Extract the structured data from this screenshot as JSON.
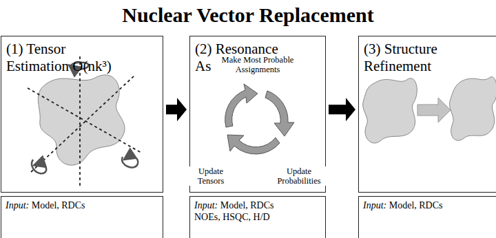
{
  "diagram": {
    "title": "Nuclear Vector Replacement",
    "nodes": [
      {
        "text": [
          "(1) Tensor Estimation O(nk³)"
        ]
      },
      {
        "text": [
          "Input:",
          "Model, RDCs"
        ]
      },
      {
        "text": [
          "(2) Resonance Assignment O(n³)"
        ]
      },
      {
        "text": [
          "Input:",
          "Model, RDCs NOEs, HSQC, H/D"
        ]
      },
      {
        "text": [
          "(3) Structure Refinement"
        ]
      },
      {
        "text": [
          "Input:",
          "Model, RDCs"
        ]
      }
    ],
    "edges": [
      {
        "from": 0,
        "to": 2,
        "arrow": "to"
      },
      {
        "from": 2,
        "to": 4,
        "arrow": "to"
      }
    ],
    "labels": [
      "Make Most Probable Assignments",
      "Update Tensors",
      "Update Probabilities"
    ]
  }
}
